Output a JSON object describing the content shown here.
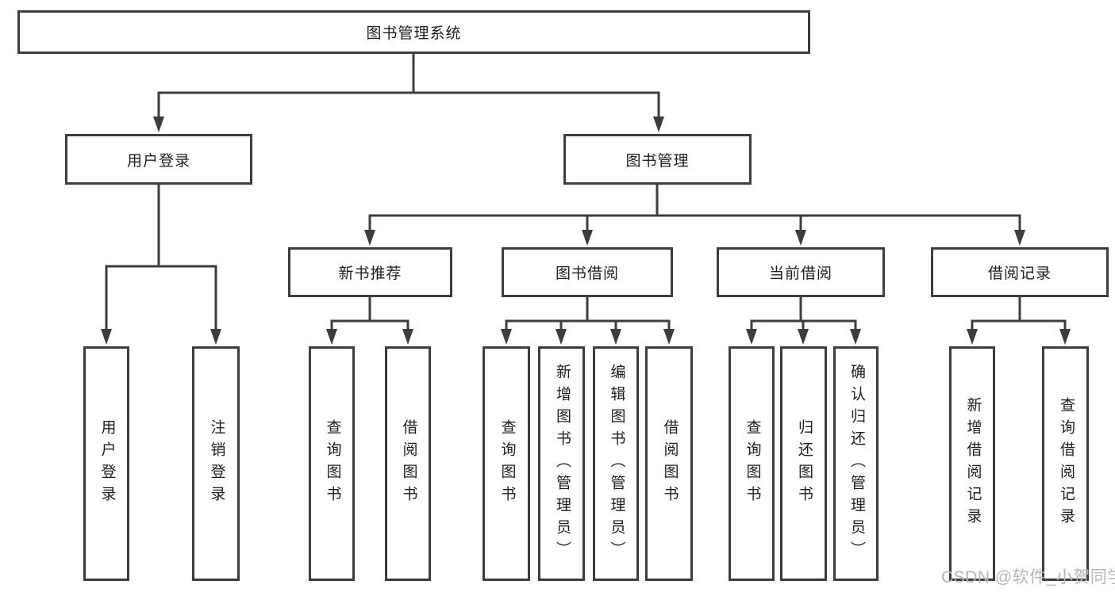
{
  "colors": {
    "line": "#3d3d3d",
    "text": "#1e1e1e",
    "watermark_text": "#b6b6b6",
    "background": "#ffffff"
  },
  "watermark": {
    "text": "CSDN @软件_小贺同学"
  },
  "tree": {
    "label": "图书管理系统",
    "children": [
      {
        "label": "用户登录",
        "children": [
          {
            "label": "用户登录"
          },
          {
            "label": "注销登录"
          }
        ]
      },
      {
        "label": "图书管理",
        "children": [
          {
            "label": "新书推荐",
            "children": [
              {
                "label": "查询图书"
              },
              {
                "label": "借阅图书"
              }
            ]
          },
          {
            "label": "图书借阅",
            "children": [
              {
                "label": "查询图书"
              },
              {
                "label": "新增图书（管理员）"
              },
              {
                "label": "编辑图书（管理员）"
              },
              {
                "label": "借阅图书"
              }
            ]
          },
          {
            "label": "当前借阅",
            "children": [
              {
                "label": "查询图书"
              },
              {
                "label": "归还图书"
              },
              {
                "label": "确认归还（管理员）"
              }
            ]
          },
          {
            "label": "借阅记录",
            "children": [
              {
                "label": "新增借阅记录"
              },
              {
                "label": "查询借阅记录"
              }
            ]
          }
        ]
      }
    ]
  }
}
